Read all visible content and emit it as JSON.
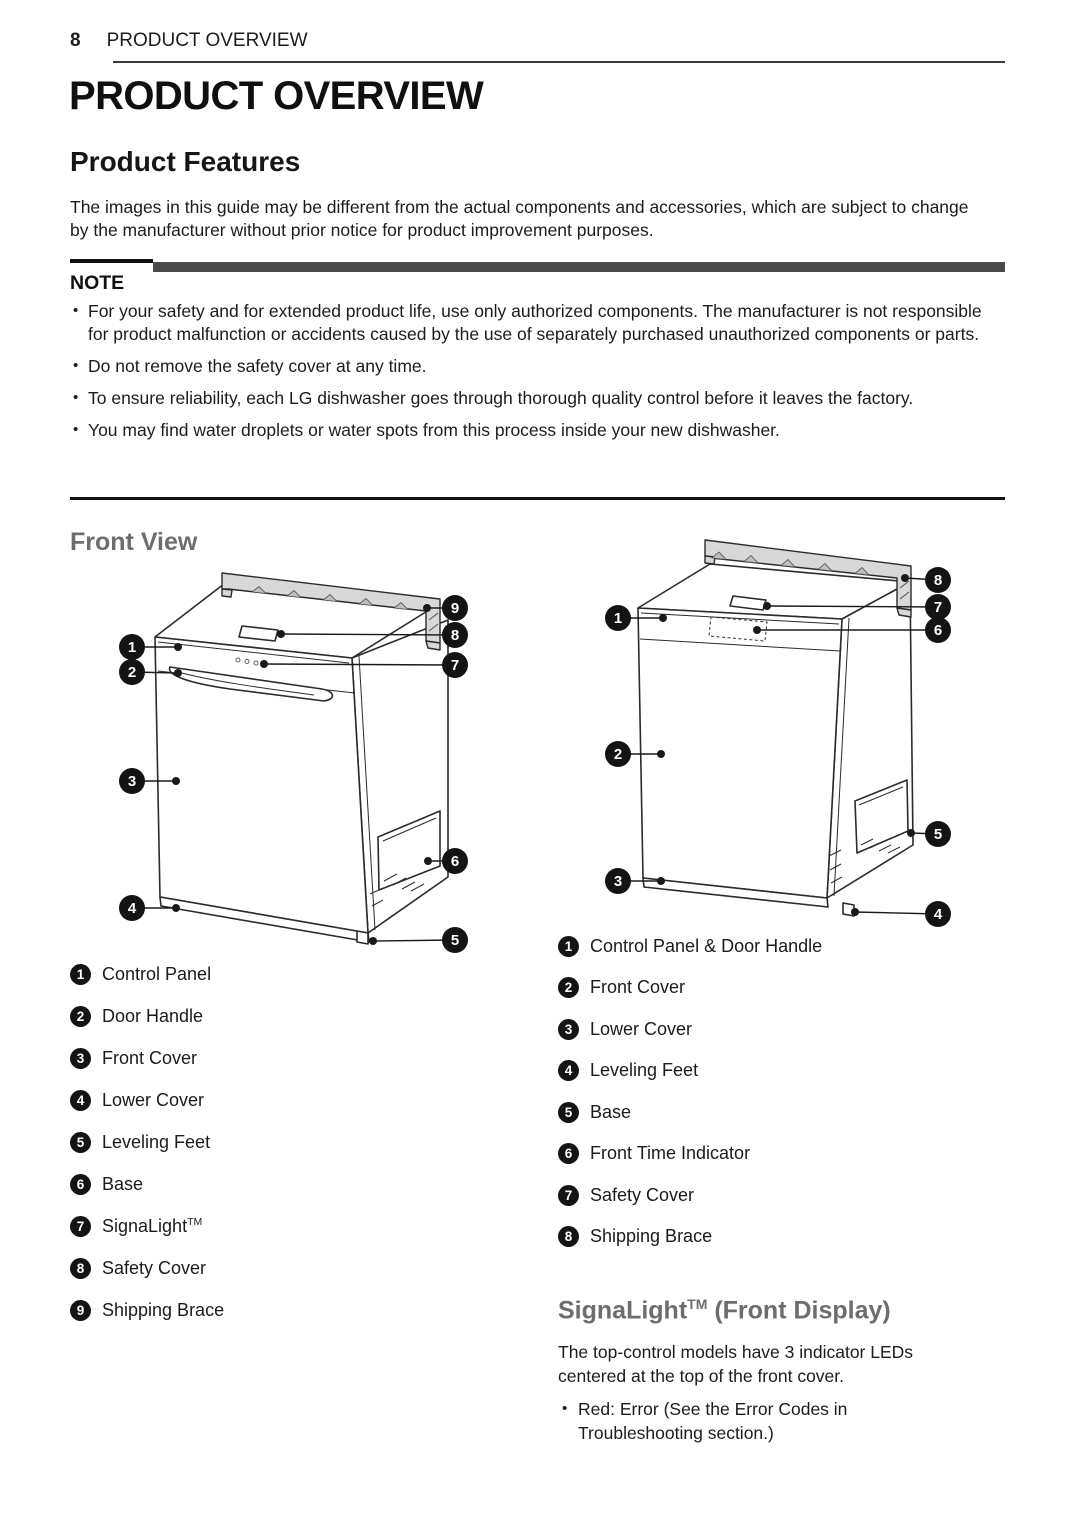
{
  "page": {
    "number": "8",
    "running_header": "PRODUCT OVERVIEW",
    "title": "PRODUCT OVERVIEW"
  },
  "features": {
    "heading": "Product Features",
    "body": "The images in this guide may be different from the actual components and accessories, which are subject to change by the manufacturer without prior notice for product improvement purposes."
  },
  "note": {
    "heading": "NOTE",
    "bullets": [
      "For your safety and for extended product life, use only authorized components. The manufacturer is not responsible for product malfunction or accidents caused by the use of separately purchased unauthorized components or parts.",
      "Do not remove the safety cover at any time.",
      "To ensure reliability, each LG dishwasher goes through thorough quality control before it leaves the factory.",
      "You may find water droplets or water spots from this process inside your new dishwasher."
    ]
  },
  "front_view": {
    "heading": "Front View",
    "left_diagram": {
      "description": "front-control dishwasher with handle",
      "parts": [
        {
          "num": "1",
          "label": "Control Panel"
        },
        {
          "num": "2",
          "label": "Door Handle"
        },
        {
          "num": "3",
          "label": "Front Cover"
        },
        {
          "num": "4",
          "label": "Lower Cover"
        },
        {
          "num": "5",
          "label": "Leveling Feet"
        },
        {
          "num": "6",
          "label": "Base"
        },
        {
          "num": "7",
          "label": "SignaLight",
          "sup": "TM"
        },
        {
          "num": "8",
          "label": "Safety Cover"
        },
        {
          "num": "9",
          "label": "Shipping Brace"
        }
      ]
    },
    "right_diagram": {
      "description": "top-control dishwasher with front time indicator",
      "parts": [
        {
          "num": "1",
          "label": "Control Panel & Door Handle"
        },
        {
          "num": "2",
          "label": "Front Cover"
        },
        {
          "num": "3",
          "label": "Lower Cover"
        },
        {
          "num": "4",
          "label": "Leveling Feet"
        },
        {
          "num": "5",
          "label": "Base"
        },
        {
          "num": "6",
          "label": "Front Time Indicator"
        },
        {
          "num": "7",
          "label": "Safety Cover"
        },
        {
          "num": "8",
          "label": "Shipping Brace"
        }
      ]
    }
  },
  "signalight": {
    "name": "SignaLight",
    "tm": "TM",
    "suffix": " (Front Display)",
    "body": "The top-control models have 3 indicator LEDs centered at the top of the front cover.",
    "bullets": [
      "Red: Error (See the Error Codes in Troubleshooting section.)"
    ]
  },
  "colors": {
    "heading_gray": "#6d6d6d",
    "note_bar_gray": "#4a4a4a",
    "ink": "#1c1c1c",
    "brace_fill": "#d8d8d8"
  }
}
